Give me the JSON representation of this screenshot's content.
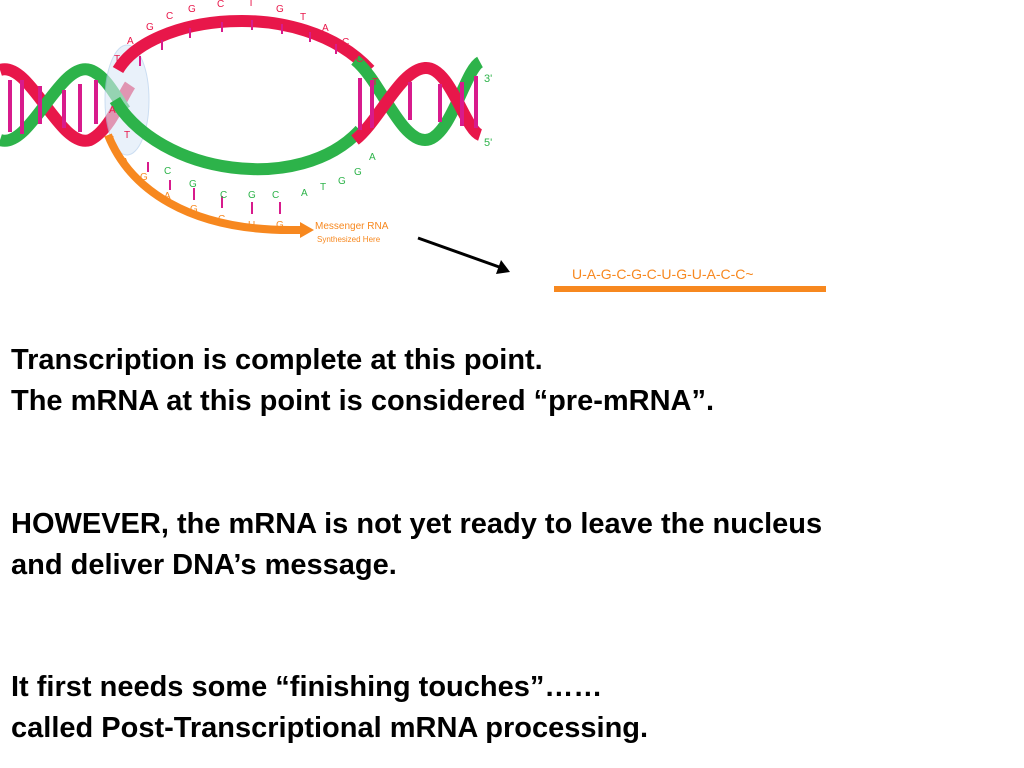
{
  "diagram": {
    "top_strand_bases": [
      "A",
      "G",
      "C",
      "G",
      "C",
      "T",
      "G",
      "T",
      "A",
      "C",
      "C",
      "T"
    ],
    "rna_upper_bases": [
      "U",
      "A",
      "G",
      "C",
      "G",
      "C",
      "A",
      "T",
      "G",
      "G",
      "A"
    ],
    "rna_lower_bases": [
      "A",
      "G",
      "C",
      "G",
      "C",
      "U",
      "G"
    ],
    "dna_left_bases": [
      "T",
      "A",
      "T"
    ],
    "end_label_3": "3'",
    "end_label_5": "5'",
    "mrna_label_line1": "Messenger RNA",
    "mrna_label_line2": "Synthesized Here",
    "colors": {
      "red_strand": "#e8174a",
      "green_strand": "#2db34a",
      "mrna": "#f7881f",
      "magenta": "#d81b8c",
      "purple": "#7b3fb5"
    }
  },
  "mrna_sequence": "U-A-G-C-G-C-U-G-U-A-C-C~",
  "text": {
    "para1": [
      "Transcription is complete at this point.",
      "The mRNA at this point is considered “pre-mRNA”."
    ],
    "para2": [
      "HOWEVER, the mRNA is not yet ready to leave the nucleus",
      "and deliver DNA’s message."
    ],
    "para3": [
      "It first needs some “finishing touches”……",
      "called Post-Transcriptional mRNA processing."
    ]
  }
}
